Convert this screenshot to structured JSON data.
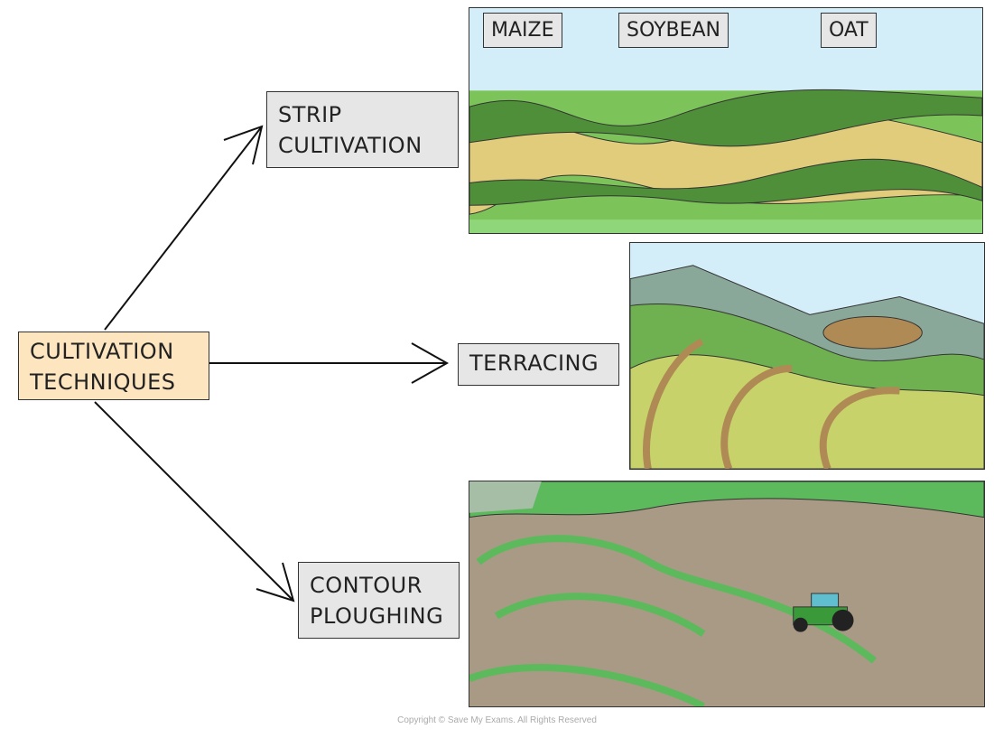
{
  "central": {
    "label": "CULTIVATION\nTECHNIQUES"
  },
  "techniques": [
    {
      "label": "STRIP\nCULTIVATION"
    },
    {
      "label": "TERRACING"
    },
    {
      "label": "CONTOUR\nPLOUGHING"
    }
  ],
  "strip_labels": [
    "MAIZE",
    "SOYBEAN",
    "OAT"
  ],
  "copyright": "Copyright © Save My Exams. All Rights Reserved",
  "colors": {
    "central_fill": "#fde5c0",
    "box_fill": "#e6e6e6",
    "sky": "#d4eef9",
    "green": "#7cc45a",
    "dark_green": "#4f8f3a",
    "tan": "#e0cc7a",
    "soil": "#a89a85"
  }
}
